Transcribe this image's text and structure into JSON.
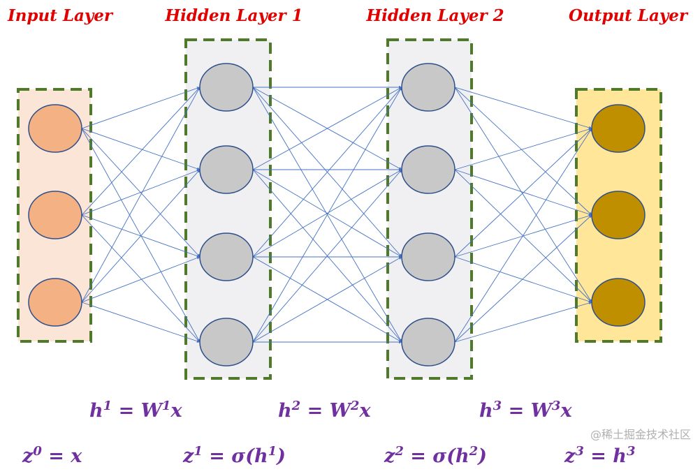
{
  "colors": {
    "title": "#E00000",
    "equation": "#7030A0",
    "dash": "#4E7A2A",
    "edge": "#4472C4",
    "node_stroke": "#2F4F8A",
    "input_bg": "#FBE5D6",
    "input_node": "#F4B183",
    "hidden_bg": "#F0F0F2",
    "hidden_node": "#C8C8C8",
    "output_bg": "#FFE699",
    "output_node": "#BF8F00"
  },
  "layers": [
    {
      "title": "Input Layer",
      "nodes": 3,
      "kind": "input"
    },
    {
      "title": "Hidden Layer 1",
      "nodes": 4,
      "kind": "hidden"
    },
    {
      "title": "Hidden Layer 2",
      "nodes": 4,
      "kind": "hidden"
    },
    {
      "title": "Output Layer",
      "nodes": 3,
      "kind": "output"
    }
  ],
  "equations_row1": [
    [
      {
        "t": "h"
      },
      {
        "t": "1",
        "sup": true
      },
      {
        "t": " = W"
      },
      {
        "t": "1",
        "sup": true
      },
      {
        "t": "x"
      }
    ],
    [
      {
        "t": "h"
      },
      {
        "t": "2",
        "sup": true
      },
      {
        "t": " = W"
      },
      {
        "t": "2",
        "sup": true
      },
      {
        "t": "x"
      }
    ],
    [
      {
        "t": "h"
      },
      {
        "t": "3",
        "sup": true
      },
      {
        "t": " = W"
      },
      {
        "t": "3",
        "sup": true
      },
      {
        "t": "x"
      }
    ]
  ],
  "equations_row2": [
    [
      {
        "t": "z"
      },
      {
        "t": "0",
        "sup": true
      },
      {
        "t": " = x"
      }
    ],
    [
      {
        "t": "z"
      },
      {
        "t": "1",
        "sup": true
      },
      {
        "t": " = σ(h"
      },
      {
        "t": "1",
        "sup": true
      },
      {
        "t": ")"
      }
    ],
    [
      {
        "t": "z"
      },
      {
        "t": "2",
        "sup": true
      },
      {
        "t": " = σ(h"
      },
      {
        "t": "2",
        "sup": true
      },
      {
        "t": ")"
      }
    ],
    [
      {
        "t": "z"
      },
      {
        "t": "3",
        "sup": true
      },
      {
        "t": " = h"
      },
      {
        "t": "3",
        "sup": true
      }
    ]
  ],
  "watermark": "@稀土掘金技术社区"
}
